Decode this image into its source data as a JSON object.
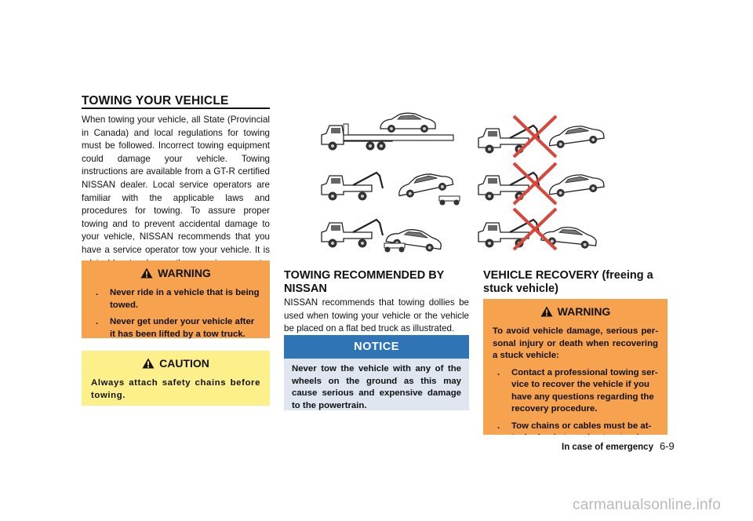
{
  "heading_main": "TOWING YOUR VEHICLE",
  "intro": "When towing your vehicle, all State (Provincial in Canada) and local regulations for towing must be followed. Incorrect towing equipment could damage your vehicle. Towing instructions are available from a GT-R certified NISSAN dealer. Local service operators are familiar with the applicable laws and procedures for towing. To assure proper towing and to prevent accidental damage to your vehicle, NISSAN recommends that you have a service operator tow your vehicle. It is advisable to have the service operator carefully read the following precau-tions.",
  "warning1": {
    "title": "WARNING",
    "items": [
      "Never ride in a vehicle that is being towed.",
      "Never get under your vehicle after it has been lifted by a tow truck."
    ]
  },
  "caution": {
    "title": "CAUTION",
    "text": "Always attach safety chains before towing."
  },
  "section_recommended": {
    "heading": "TOWING RECOMMENDED BY NISSAN",
    "text": "NISSAN recommends that towing dollies be used when towing your vehicle or the vehicle be placed on a flat bed truck as illustrated."
  },
  "notice": {
    "title": "NOTICE",
    "text": "Never tow the vehicle with any of the wheels on the ground as this may cause serious and expensive damage to the powertrain."
  },
  "section_recovery": {
    "heading": "VEHICLE RECOVERY (freeing a stuck vehicle)"
  },
  "warning2": {
    "title": "WARNING",
    "text": "To avoid vehicle damage, serious per-sonal injury or death when recovering a stuck vehicle:",
    "items": [
      "Contact a professional towing ser-vice to recover the vehicle if you have any questions regarding the recovery procedure.",
      "Tow chains or cables must be at-tached only to main structural mem-"
    ]
  },
  "footer": {
    "section": "In case of emergency",
    "page": "6-9"
  },
  "watermark": "carmanualsonline.info",
  "colors": {
    "warning_bg": "#f6a24e",
    "caution_bg": "#fdf08a",
    "notice_header": "#2f75b5",
    "notice_bg": "#dfe6f0",
    "prohibit_red": "#d9473a"
  }
}
